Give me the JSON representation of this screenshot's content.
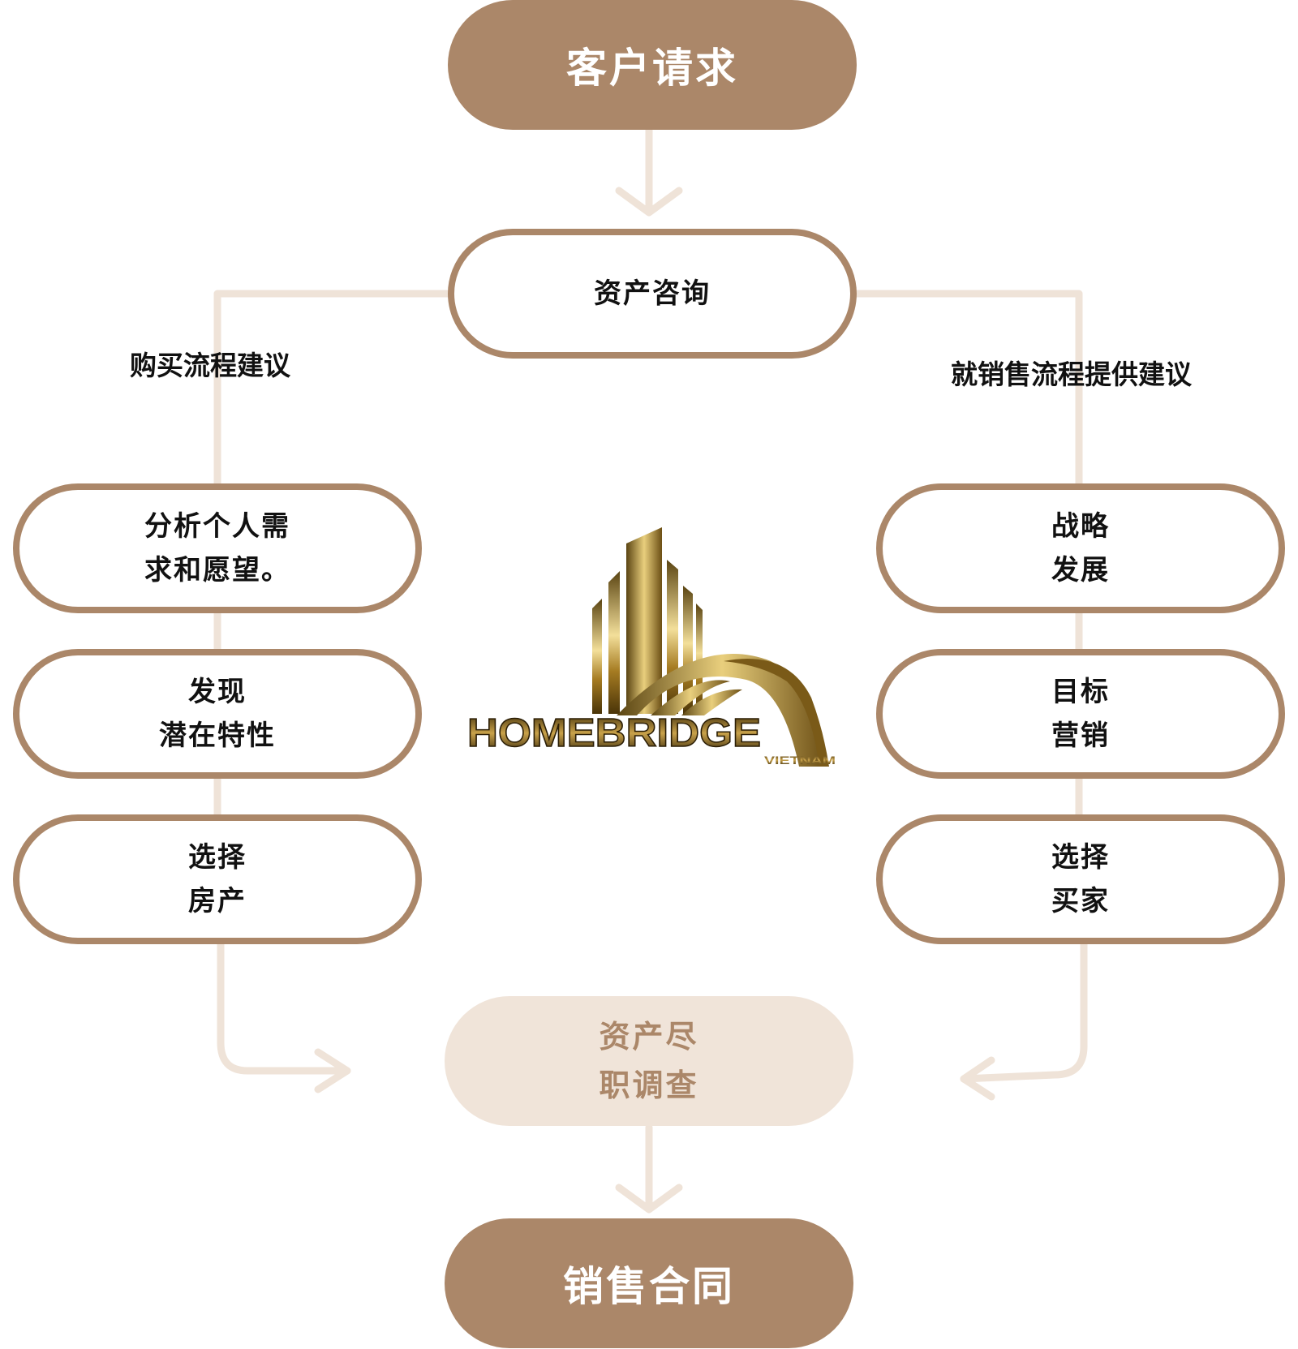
{
  "diagram": {
    "colors": {
      "node_fill": "#ab8769",
      "node_border": "#ab8769",
      "pale_fill": "#f0e4d9",
      "connector": "#efe3d8",
      "text_dark": "#111111",
      "logo_gold": "#b8923a"
    },
    "top_node": "客户请求",
    "consult_node": "资产咨询",
    "left_branch_label": "购买流程建议",
    "right_branch_label": "就销售流程提供建议",
    "left_steps": [
      {
        "line1": "分析个人需",
        "line2": "求和愿望。"
      },
      {
        "line1": "发现",
        "line2": "潜在特性"
      },
      {
        "line1": "选择",
        "line2": "房产"
      }
    ],
    "right_steps": [
      {
        "line1": "战略",
        "line2": "发展"
      },
      {
        "line1": "目标",
        "line2": "营销"
      },
      {
        "line1": "选择",
        "line2": "买家"
      }
    ],
    "due_diligence": {
      "line1": "资产尽",
      "line2": "职调查"
    },
    "bottom_node": "销售合同"
  },
  "logo": {
    "wordmark": "HOMEBRIDGE",
    "subtitle": "VIETNAM"
  }
}
